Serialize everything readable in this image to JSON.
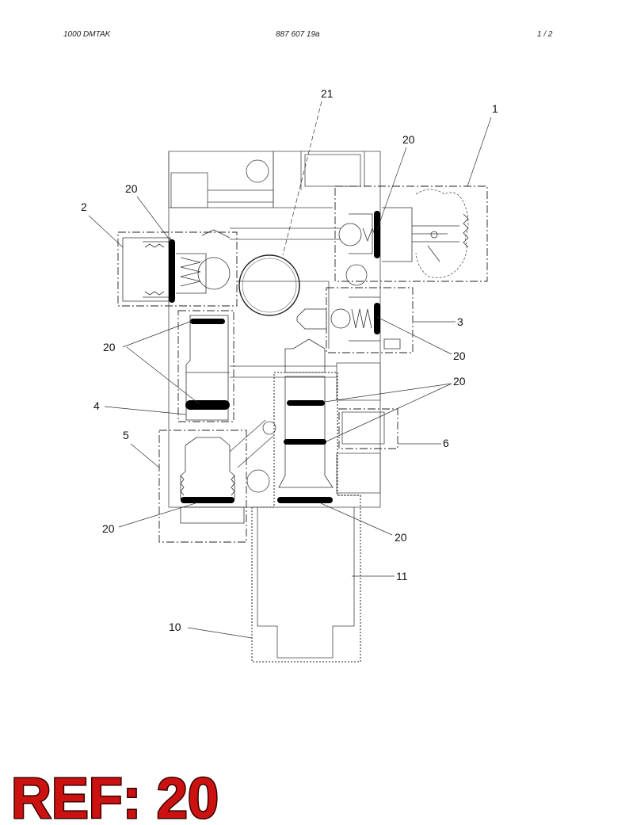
{
  "header": {
    "left": "1000   DMTAK",
    "center": "887 607 19a",
    "right": "1 / 2"
  },
  "callouts": {
    "c1": "1",
    "c2": "2",
    "c3": "3",
    "c4": "4",
    "c5": "5",
    "c6": "6",
    "c10": "10",
    "c11": "11",
    "c21": "21",
    "c20a": "20",
    "c20b": "20",
    "c20c": "20",
    "c20d": "20",
    "c20e": "20",
    "c20f": "20",
    "c20g": "20"
  },
  "ref_label": "REF: 20",
  "colors": {
    "ref_fill": "#cc1111",
    "ref_stroke": "#3a0000",
    "seal": "#000000"
  }
}
